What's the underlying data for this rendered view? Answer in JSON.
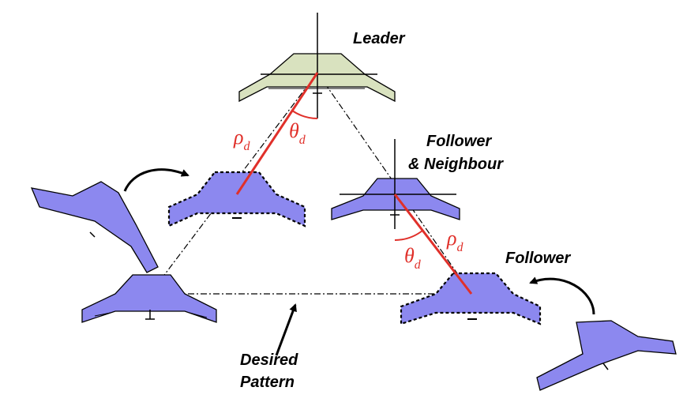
{
  "labels": {
    "leader": "Leader",
    "follower_neighbour_line1": "Follower",
    "follower_neighbour_line2": "& Neighbour",
    "follower": "Follower",
    "desired_pattern_line1": "Desired",
    "desired_pattern_line2": "Pattern"
  },
  "symbols": {
    "rho": "ρ",
    "theta": "θ",
    "subscript": "d"
  },
  "colors": {
    "leader_fill": "#d9e2bf",
    "follower_fill": "#8c88ef",
    "relation_line": "#e0302a",
    "outline": "#000000"
  }
}
